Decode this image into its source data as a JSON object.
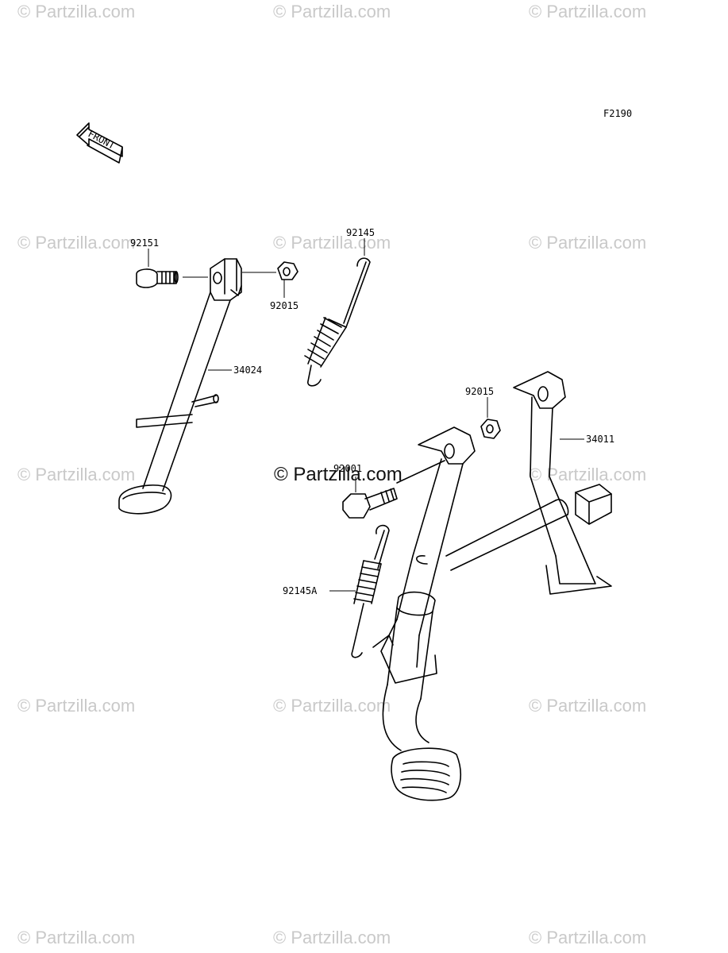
{
  "figure_code": "F2190",
  "front_label": "FRONT",
  "watermark": "© Partzilla.com",
  "center_watermark": "© Partzilla.com",
  "labels": {
    "p92151": "92151",
    "p92145": "92145",
    "p92015a": "92015",
    "p34024": "34024",
    "p92015b": "92015",
    "p34011": "34011",
    "p92001": "92001",
    "p92145a": "92145A"
  }
}
